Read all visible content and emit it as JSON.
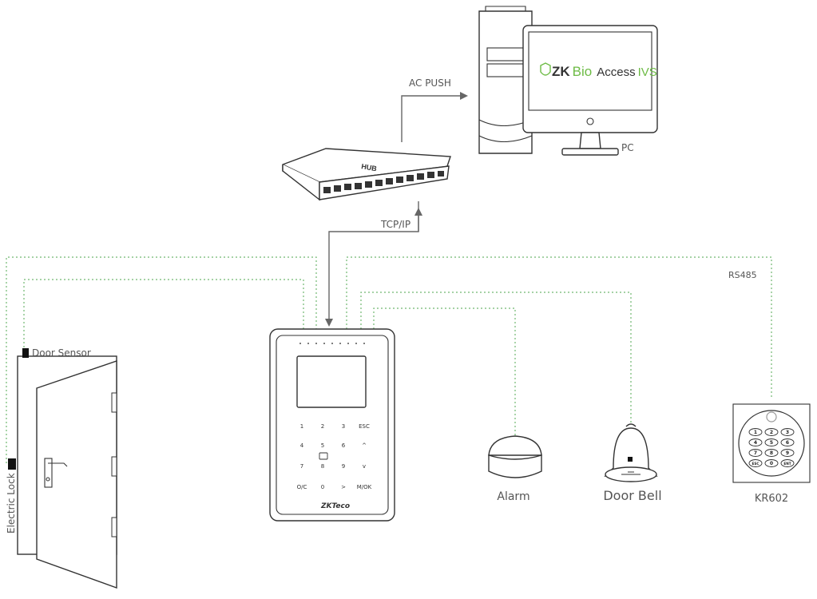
{
  "labels": {
    "ac_push": "AC PUSH",
    "tcp_ip": "TCP/IP",
    "rs485": "RS485",
    "pc": "PC",
    "hub": "HUB",
    "door_sensor": "Door Sensor",
    "electric_lock": "Electric Lock",
    "alarm": "Alarm",
    "door_bell": "Door Bell",
    "reader": "KR602"
  },
  "software": {
    "brand_zk": "ZK",
    "brand_bio": "Bio",
    "product_access": "Access",
    "product_ivs": "IVS"
  },
  "terminal": {
    "keys": [
      "1",
      "2",
      "3",
      "ESC",
      "4",
      "5",
      "6",
      "^",
      "7",
      "8",
      "9",
      "v",
      "O/C",
      "0",
      ">",
      "M/OK"
    ],
    "logo": "ZKTeco"
  },
  "reader_keys": [
    "1",
    "2",
    "3",
    "4",
    "5",
    "6",
    "7",
    "8",
    "9",
    "ESC",
    "0",
    "ENT"
  ],
  "colors": {
    "wiring": "#70b870",
    "network_arrow": "#666666",
    "brand_green": "#6dbb45",
    "outline": "#333333"
  }
}
